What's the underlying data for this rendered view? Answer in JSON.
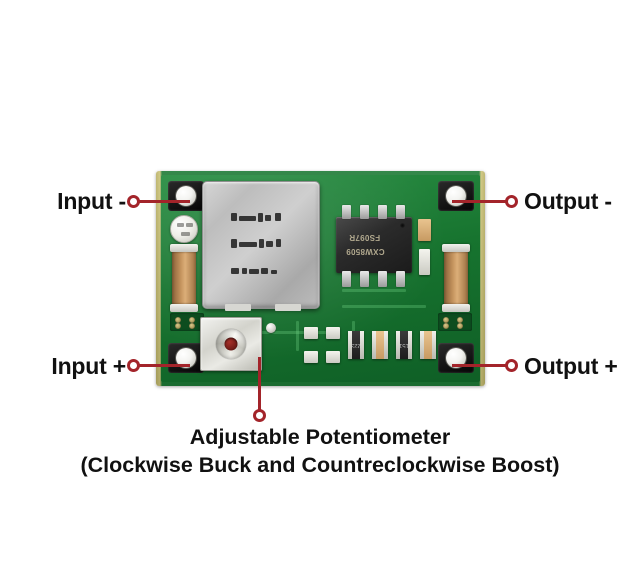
{
  "image": {
    "subject": "Mini DC-DC buck-boost converter module",
    "background_color": "#ffffff",
    "annotation_color": "#a3242a",
    "text_color": "#111111"
  },
  "annotations": [
    {
      "id": "input-negative",
      "label": "Input -",
      "side": "left"
    },
    {
      "id": "input-positive",
      "label": "Input +",
      "side": "left"
    },
    {
      "id": "output-negative",
      "label": "Output -",
      "side": "right"
    },
    {
      "id": "output-positive",
      "label": "Output +",
      "side": "right"
    }
  ],
  "caption": {
    "line1": "Adjustable Potentiometer",
    "line2": "(Clockwise Buck and Countreclockwise Boost)"
  },
  "board": {
    "substrate_color": "#17742f",
    "edge_color": "#c3ba72",
    "components": {
      "inductor": {
        "name": "shielded power inductor",
        "color": "#c4c4c4"
      },
      "ic": {
        "name": "regulator ic",
        "marking_line1": "CXW8509",
        "marking_line2": "FS097R",
        "color": "#262626"
      },
      "potentiometer": {
        "name": "adjustable trim potentiometer",
        "screw_color": "#7d2019"
      },
      "capacitor": {
        "name": "electrolytic capacitor",
        "color": "#c2915c"
      }
    }
  }
}
